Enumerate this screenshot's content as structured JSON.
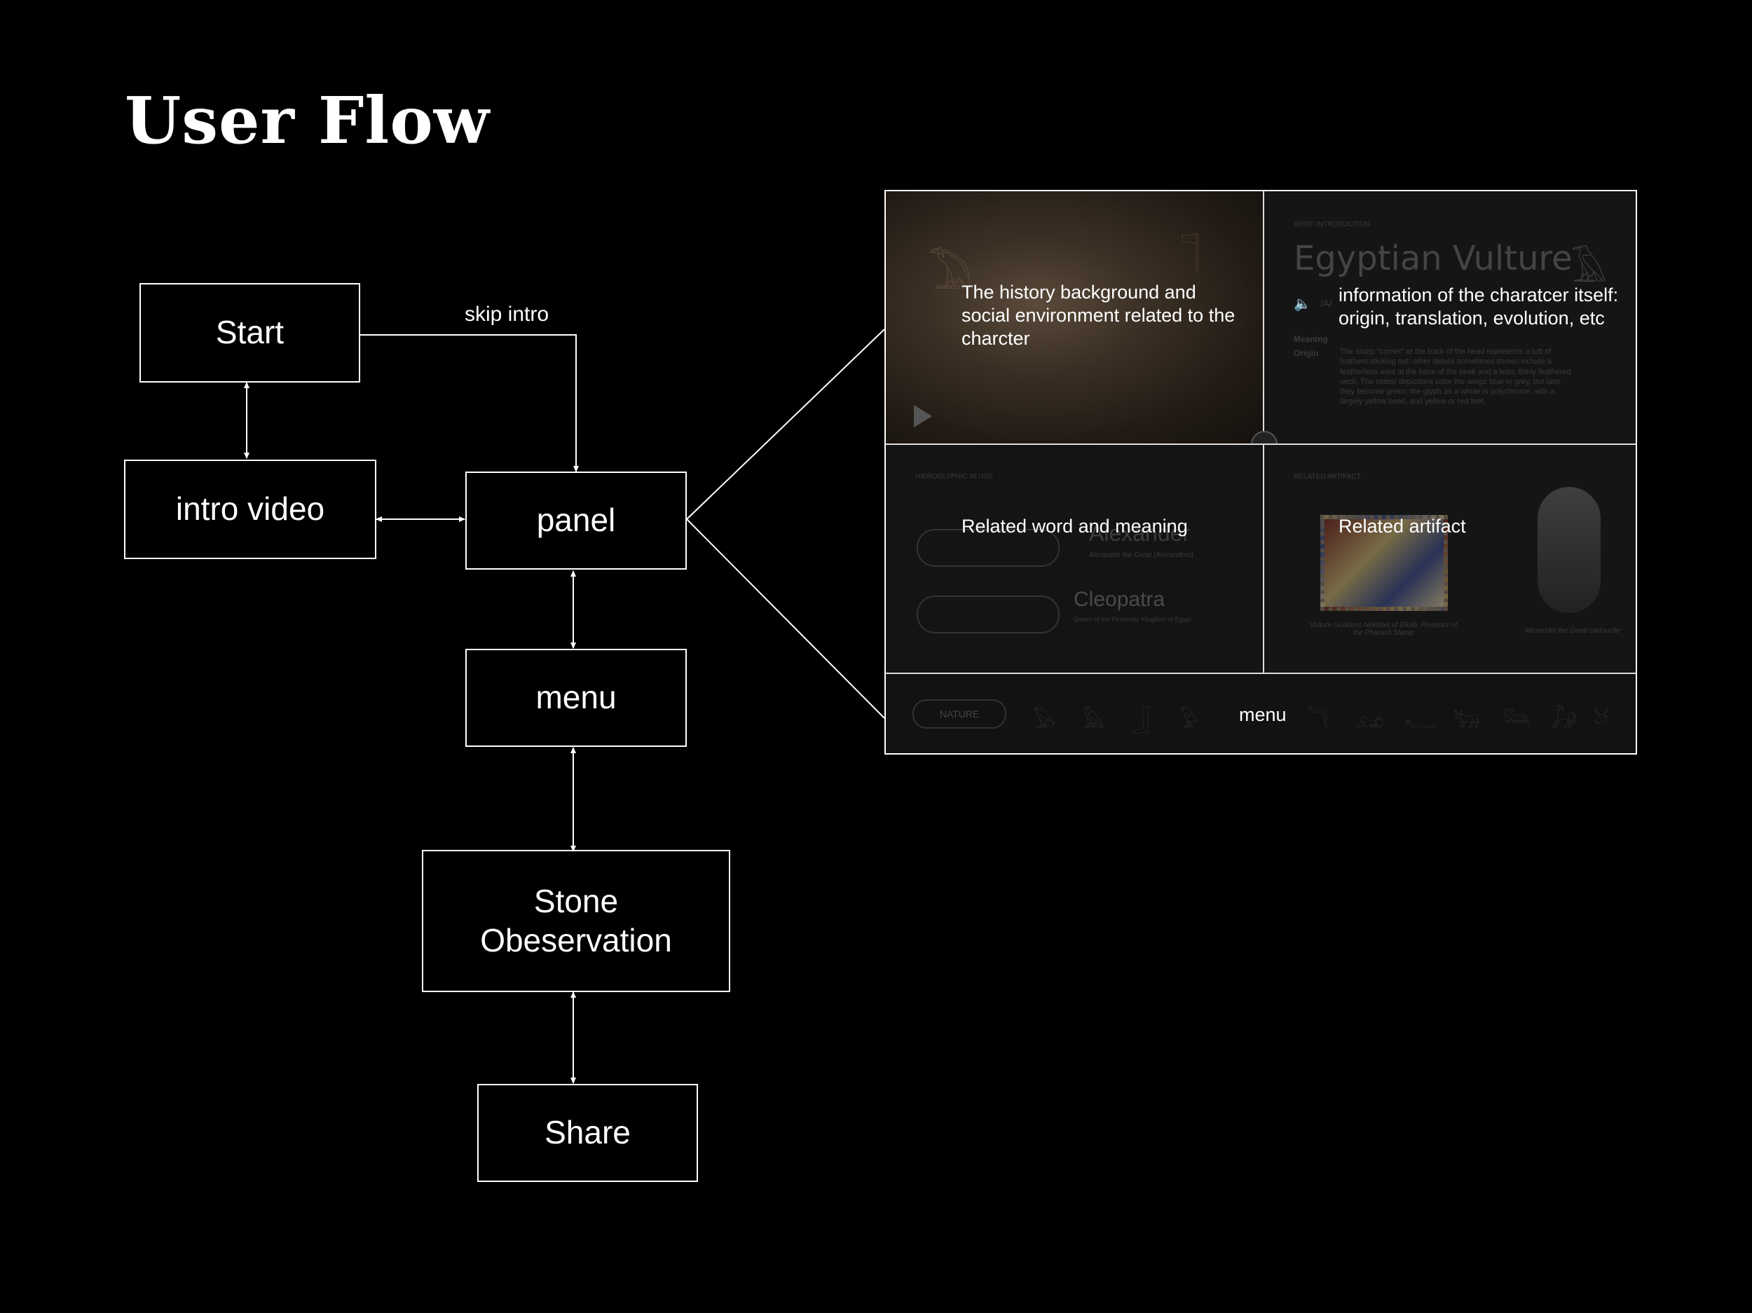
{
  "title": "User Flow",
  "nodes": {
    "start": "Start",
    "intro_video": "intro video",
    "panel": "panel",
    "menu": "menu",
    "stone_observation_line1": "Stone",
    "stone_observation_line2": "Obeservation",
    "share": "Share"
  },
  "edge_labels": {
    "skip_intro": "skip intro"
  },
  "panel_mock": {
    "history_note": "The history background and social environment related to the charcter",
    "info_note": "information of the charatcer itself: origin, translation, evolution, etc",
    "word_note": "Related word and meaning",
    "artifact_note": "Related artifact",
    "menu_note": "menu",
    "info_heading_small": "BRIEF INTRODUCTION",
    "info_title": "Egyptian Vulture",
    "info_pron": "/A/",
    "info_meaning_label": "Meaning",
    "info_origin_label": "Origin",
    "info_body": "The sharp \"corner\" at the back of the head represents a tuft of feathers sticking out; other details sometimes shown include a featherless area at the base of the beak and a lean, thinly feathered neck. The oldest depictions color the wings blue or grey, but later they become green; the glyph as a whole is polychrome, with a largely yellow head, and yellow or red feet.",
    "word_heading_small": "HIEROGLYPHIC IN USE",
    "word1": "Alexander",
    "word1_sub": "Alexander the Great (Alexandros)",
    "word2": "Cleopatra",
    "word2_sub": "Queen of the Ptolemaic Kingdom of Egypt",
    "artifact_heading_small": "RELATED ARTIFACT",
    "artifact1_caption": "Vulture Goddess Nekhbet of Elkab, Protector of the Pharaoh Stamp",
    "artifact2_caption": "Alexander the Great cartouche",
    "menu_category": "NATURE"
  }
}
